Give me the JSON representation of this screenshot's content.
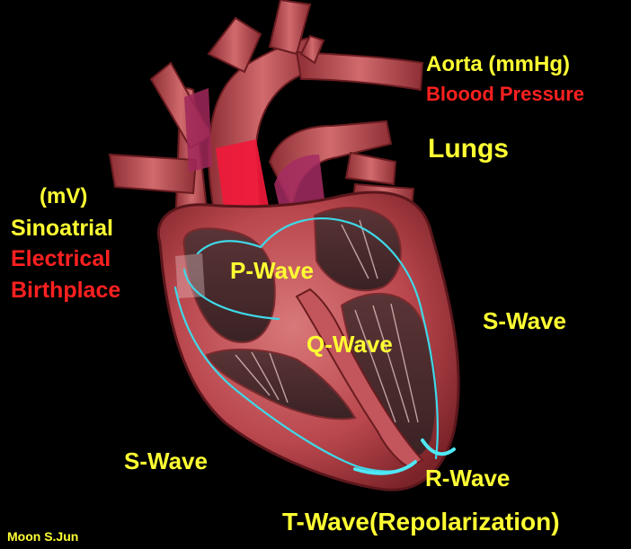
{
  "labels": {
    "aorta": "Aorta (mmHg)",
    "blood_pressure": "Bloood Pressure",
    "lungs": "Lungs",
    "mv": "(mV)",
    "sinoatrial": "Sinoatrial",
    "electrical": "Electrical",
    "birthplace": "Birthplace",
    "p_wave": "P-Wave",
    "q_wave": "Q-Wave",
    "s_wave_right": "S-Wave",
    "s_wave_left": "S-Wave",
    "r_wave": "R-Wave",
    "t_wave": "T-Wave(Repolarization)",
    "credit": "Moon S.Jun"
  },
  "colors": {
    "background": "#000000",
    "label_yellow": "#ffff33",
    "label_red": "#ff2020",
    "heart_muscle": "#c85a5e",
    "conduction_path": "#3fd8e8"
  }
}
